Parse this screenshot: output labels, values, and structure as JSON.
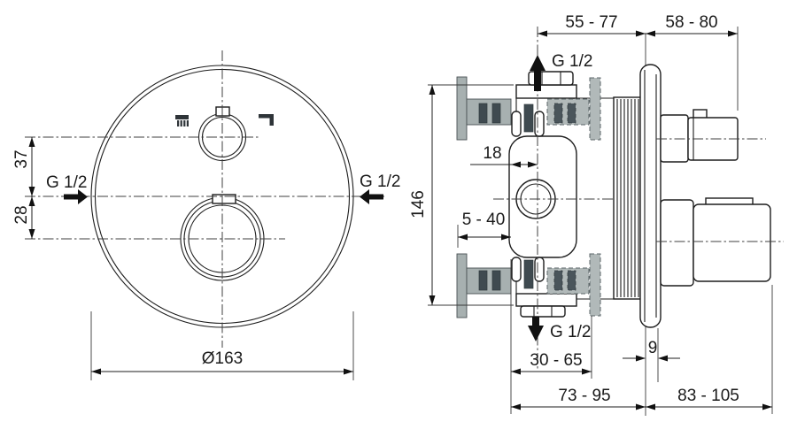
{
  "drawing": {
    "type": "technical-installation-diagram",
    "subject": "thermostatic concealed shower mixer valve, front view and side section"
  },
  "labels": {
    "g12": "G 1/2",
    "dia163": "Ø163",
    "d37": "37",
    "d28": "28",
    "d55_77": "55 - 77",
    "d58_80": "58 - 80",
    "d18": "18",
    "d146": "146",
    "d5_40": "5 - 40",
    "d30_65": "30 - 65",
    "d9": "9",
    "d73_95": "73 - 95",
    "d83_105": "83 - 105"
  },
  "colors": {
    "line": "#1d1d1d",
    "bracket_gray": "#a7b0b0",
    "slot_dark": "#3f4a50",
    "background": "#ffffff"
  }
}
